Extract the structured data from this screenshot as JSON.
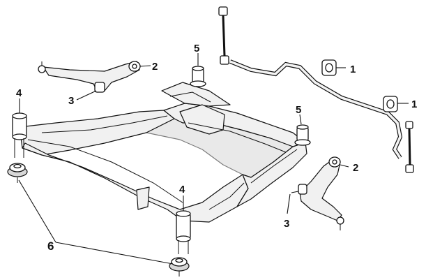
{
  "callouts": {
    "c1a": "1",
    "c1b": "1",
    "c2a": "2",
    "c2b": "2",
    "c3a": "3",
    "c3b": "3",
    "c4a": "4",
    "c4b": "4",
    "c5a": "5",
    "c5b": "5",
    "c6": "6"
  }
}
